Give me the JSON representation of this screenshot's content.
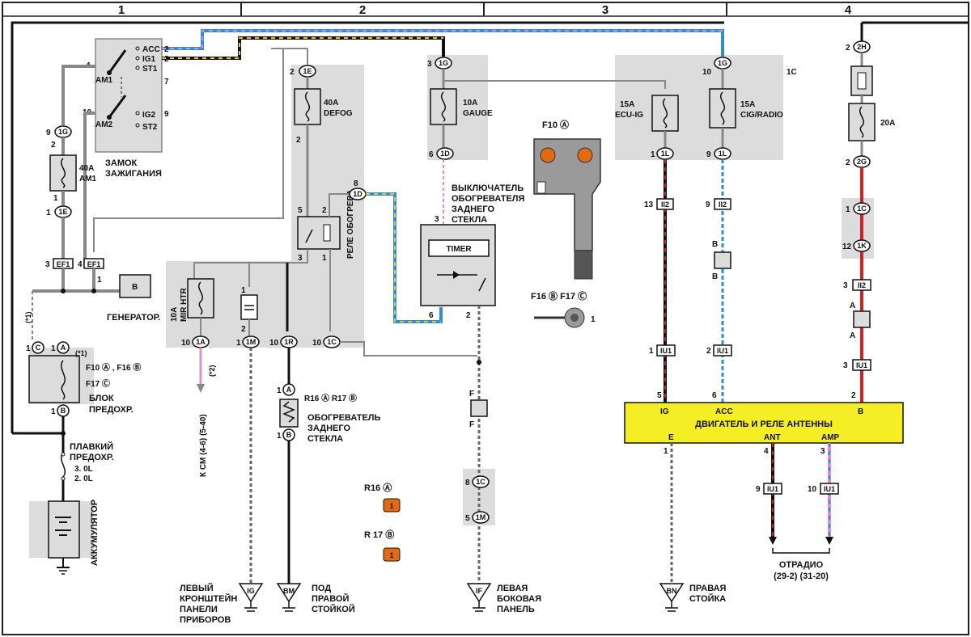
{
  "columns": [
    "1",
    "2",
    "3",
    "4"
  ],
  "ignition": {
    "title_line1": "ЗАМОК",
    "title_line2": "ЗАЖИГАНИЯ",
    "am1": "AM1",
    "am2": "AM2",
    "acc": "ACC",
    "ig1": "IG1",
    "st1": "ST1",
    "ig2": "IG2",
    "st2": "ST2",
    "pin_acc": "2",
    "pin_ig1": "2",
    "pin_st1": "7",
    "pin_ig2": "9",
    "pin_am1": "4",
    "pin_am2": "10"
  },
  "fuse_am1": {
    "amp": "40A",
    "name": "AM1"
  },
  "fuse_defog": {
    "amp": "40A",
    "name": "DEFOG"
  },
  "fuse_gauge": {
    "amp": "10A",
    "name": "GAUGE"
  },
  "fuse_ecu": {
    "amp": "15A",
    "name": "ECU-IG"
  },
  "fuse_cig": {
    "amp": "15A",
    "name": "CIG/RADIO"
  },
  "fuse_20a": {
    "amp": "20A"
  },
  "fuse_mirhtr": {
    "amp": "10A",
    "name": "MIR HTR"
  },
  "connectors": {
    "c_1g_left": "1G",
    "c_1e_a": "1E",
    "c_1e_b": "1E",
    "c_ef1_a": "EF1",
    "c_ef1_b": "EF1",
    "c_1e_top": "1E",
    "c_1d_relay": "1D",
    "c_1g_mid": "1G",
    "c_1d_mid": "1D",
    "c_1g_right": "1G",
    "c_1l_a": "1L",
    "c_1l_b": "1L",
    "c_2h": "2H",
    "c_2g": "2G",
    "c_ii2_a": "II2",
    "c_ii2_b": "II2",
    "c_1c_r": "1C",
    "c_1k": "1K",
    "c_ii2_c": "II2",
    "c_iu1_a": "IU1",
    "c_iu1_b": "IU1",
    "c_iu1_c": "IU1",
    "c_iu1_d": "IU1",
    "c_iu1_e": "IU1",
    "c_1a": "1A",
    "c_1m": "1M",
    "c_1r": "1R",
    "c_1c": "1C",
    "c_1c_b": "1C",
    "c_1m_b": "1M",
    "c_a": "A",
    "c_b": "B",
    "c_c": "C"
  },
  "pins": {
    "p9": "9",
    "p2": "2",
    "p1": "1",
    "p3": "3",
    "p10": "10",
    "p5": "5",
    "p6": "6",
    "p8": "8",
    "p13": "13",
    "p12": "12",
    "p4": "4"
  },
  "labels": {
    "zone_1c": "1C",
    "generator": "ГЕНЕРАТОР.",
    "fuse_block_1": "БЛОК",
    "fuse_block_2": "ПРЕДОХР.",
    "f10a_f16b": "F10 Ⓐ , F16 Ⓑ",
    "f17c": "F17 Ⓒ",
    "fusible_1": "ПЛАВКИЙ",
    "fusible_2": "ПРЕДОХР.",
    "fusible_3": "3. 0L",
    "fusible_4": "2. 0L",
    "battery": "АККУМУЛЯТОР",
    "relay": "РЕЛЕ ОБОГРЕВА",
    "switch_1": "ВЫКЛЮЧАТЕЛЬ",
    "switch_2": "ОБОГРЕВАТЕЛЯ",
    "switch_3": "ЗАДНЕГО",
    "switch_4": "СТЕКЛА",
    "timer": "TIMER",
    "f10": "F10 Ⓐ",
    "f16f17": "F16 Ⓑ F17 Ⓒ",
    "heater_1": "R16 Ⓐ  R17 Ⓑ",
    "heater_2": "ОБОГРЕВАТЕЛЬ",
    "heater_3": "ЗАДНЕГО",
    "heater_4": "СТЕКЛА",
    "to_cm": "К СМ (4-6) (5-40)",
    "note1": "(*1)",
    "note1b": "(*1)",
    "note2": "(*2)",
    "r16": "R16 Ⓐ",
    "r17": "R 17 Ⓑ",
    "conn_pin": "1",
    "engine_title": "ДВИГАТЕЛЬ И РЕЛЕ АНТЕННЫ",
    "eng_ig": "IG",
    "eng_acc": "ACC",
    "eng_b": "B",
    "eng_e": "E",
    "eng_ant": "ANT",
    "eng_amp": "AMP",
    "radio_1": "ОТРАДИО",
    "radio_2": "(29-2) (31-20)",
    "f_a": "F",
    "f_b": "F",
    "a_a": "A",
    "a_b": "A",
    "b_a": "B",
    "b_b": "B"
  },
  "grounds": [
    {
      "code": "IG",
      "l1": "ЛЕВЫЙ",
      "l2": "КРОНШТЕЙН",
      "l3": "ПАНЕЛИ",
      "l4": "ПРИБОРОВ"
    },
    {
      "code": "BM",
      "l1": "ПОД",
      "l2": "ПРАВОЙ",
      "l3": "СТОЙКОЙ",
      "l4": ""
    },
    {
      "code": "IF",
      "l1": "ЛЕВАЯ",
      "l2": "БОКОВАЯ",
      "l3": "ПАНЕЛЬ",
      "l4": ""
    },
    {
      "code": "BN",
      "l1": "ПРАВАЯ",
      "l2": "СТОЙКА",
      "l3": "",
      "l4": ""
    }
  ],
  "colors": {
    "shade": "#dcdcdc",
    "engine_box": "#f5ee24",
    "wire_red": "#d42020",
    "wire_blue": "#2d8fd6",
    "wire_pink": "#e28ccf",
    "wire_yellow": "#f0c419",
    "connector_orange": "#e36a12"
  }
}
